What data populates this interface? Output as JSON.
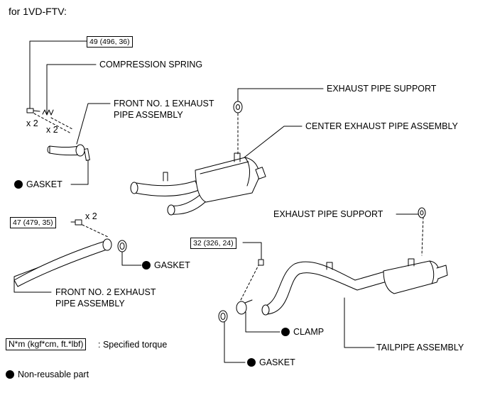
{
  "heading": "for 1VD-FTV:",
  "torques": {
    "t1": "49 (496, 36)",
    "t2": "47 (479, 35)",
    "t3": "32 (326, 24)"
  },
  "quantities": {
    "bolt_qty": "x 2",
    "spring_qty": "x 2",
    "nut_qty": "x 2"
  },
  "labels": {
    "compression_spring": "COMPRESSION SPRING",
    "front_no1": [
      "FRONT NO. 1 EXHAUST",
      "PIPE ASSEMBLY"
    ],
    "gasket_1": "GASKET",
    "support_1": "EXHAUST PIPE SUPPORT",
    "center_pipe": "CENTER EXHAUST PIPE ASSEMBLY",
    "support_2": "EXHAUST PIPE SUPPORT",
    "gasket_2": "GASKET",
    "front_no2": [
      "FRONT NO. 2 EXHAUST",
      "PIPE ASSEMBLY"
    ],
    "clamp": "CLAMP",
    "tailpipe": "TAILPIPE ASSEMBLY",
    "gasket_3": "GASKET"
  },
  "legend": {
    "torque_box": "N*m (kgf*cm, ft.*lbf)",
    "torque_text": ": Specified torque",
    "nonreusable": "Non-reusable part"
  }
}
